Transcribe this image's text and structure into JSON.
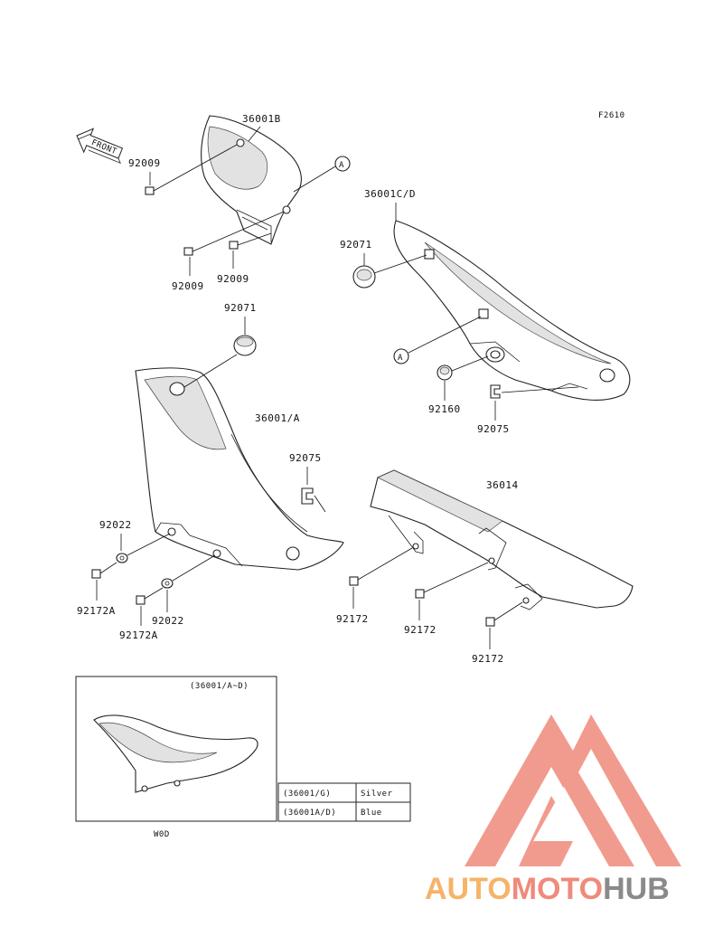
{
  "figure_code": "F2610",
  "front_label": "FRONT",
  "ref_marker": "A",
  "parts": {
    "cover_b": "36001B",
    "cover_cd": "36001C/D",
    "cover_a": "36001/A",
    "chain_cover": "36014",
    "bolt_92009": "92009",
    "damper_92071": "92071",
    "collar_92160": "92160",
    "grommet_92075": "92075",
    "washer_92022": "92022",
    "bolt_92172a": "92172A",
    "bolt_92172": "92172"
  },
  "inset": {
    "caption": "(36001/A~D)",
    "model_code": "W0D"
  },
  "color_table": [
    {
      "part": "(36001/G)",
      "color": "Silver"
    },
    {
      "part": "(36001A/D)",
      "color": "Blue"
    }
  ],
  "watermark": {
    "part1": "AUTO",
    "part2": "MOTO",
    "part3": "HUB",
    "color_orange": "#f6b36a",
    "color_red": "#ef8a7c",
    "color_gray": "#8a8a8a"
  }
}
